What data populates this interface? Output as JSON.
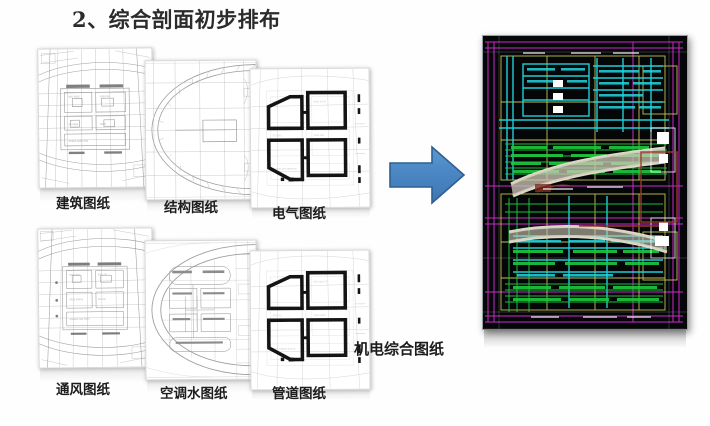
{
  "slide": {
    "title": "2、综合剖面初步排布",
    "background_color": "#ffffff"
  },
  "arrow": {
    "name": "right-arrow",
    "fill_color": "#4a87c4",
    "stroke_color": "#2f5f91",
    "direction": "right"
  },
  "source_drawings": {
    "row_top": [
      {
        "label": "建筑图纸",
        "kind": "architectural-plan"
      },
      {
        "label": "结构图纸",
        "kind": "structural-plan"
      },
      {
        "label": "电气图纸",
        "kind": "electrical-plan"
      }
    ],
    "row_bottom": [
      {
        "label": "通风图纸",
        "kind": "ventilation-plan"
      },
      {
        "label": "空调水图纸",
        "kind": "hvac-water-plan"
      },
      {
        "label": "管道图纸",
        "kind": "piping-plan"
      }
    ]
  },
  "composite": {
    "label": "机电综合图纸",
    "background_color": "#050608",
    "palette": [
      "#00e5e5",
      "#00d040",
      "#ff30d0",
      "#e8e860",
      "#ffffff",
      "#c8c0a8"
    ]
  }
}
